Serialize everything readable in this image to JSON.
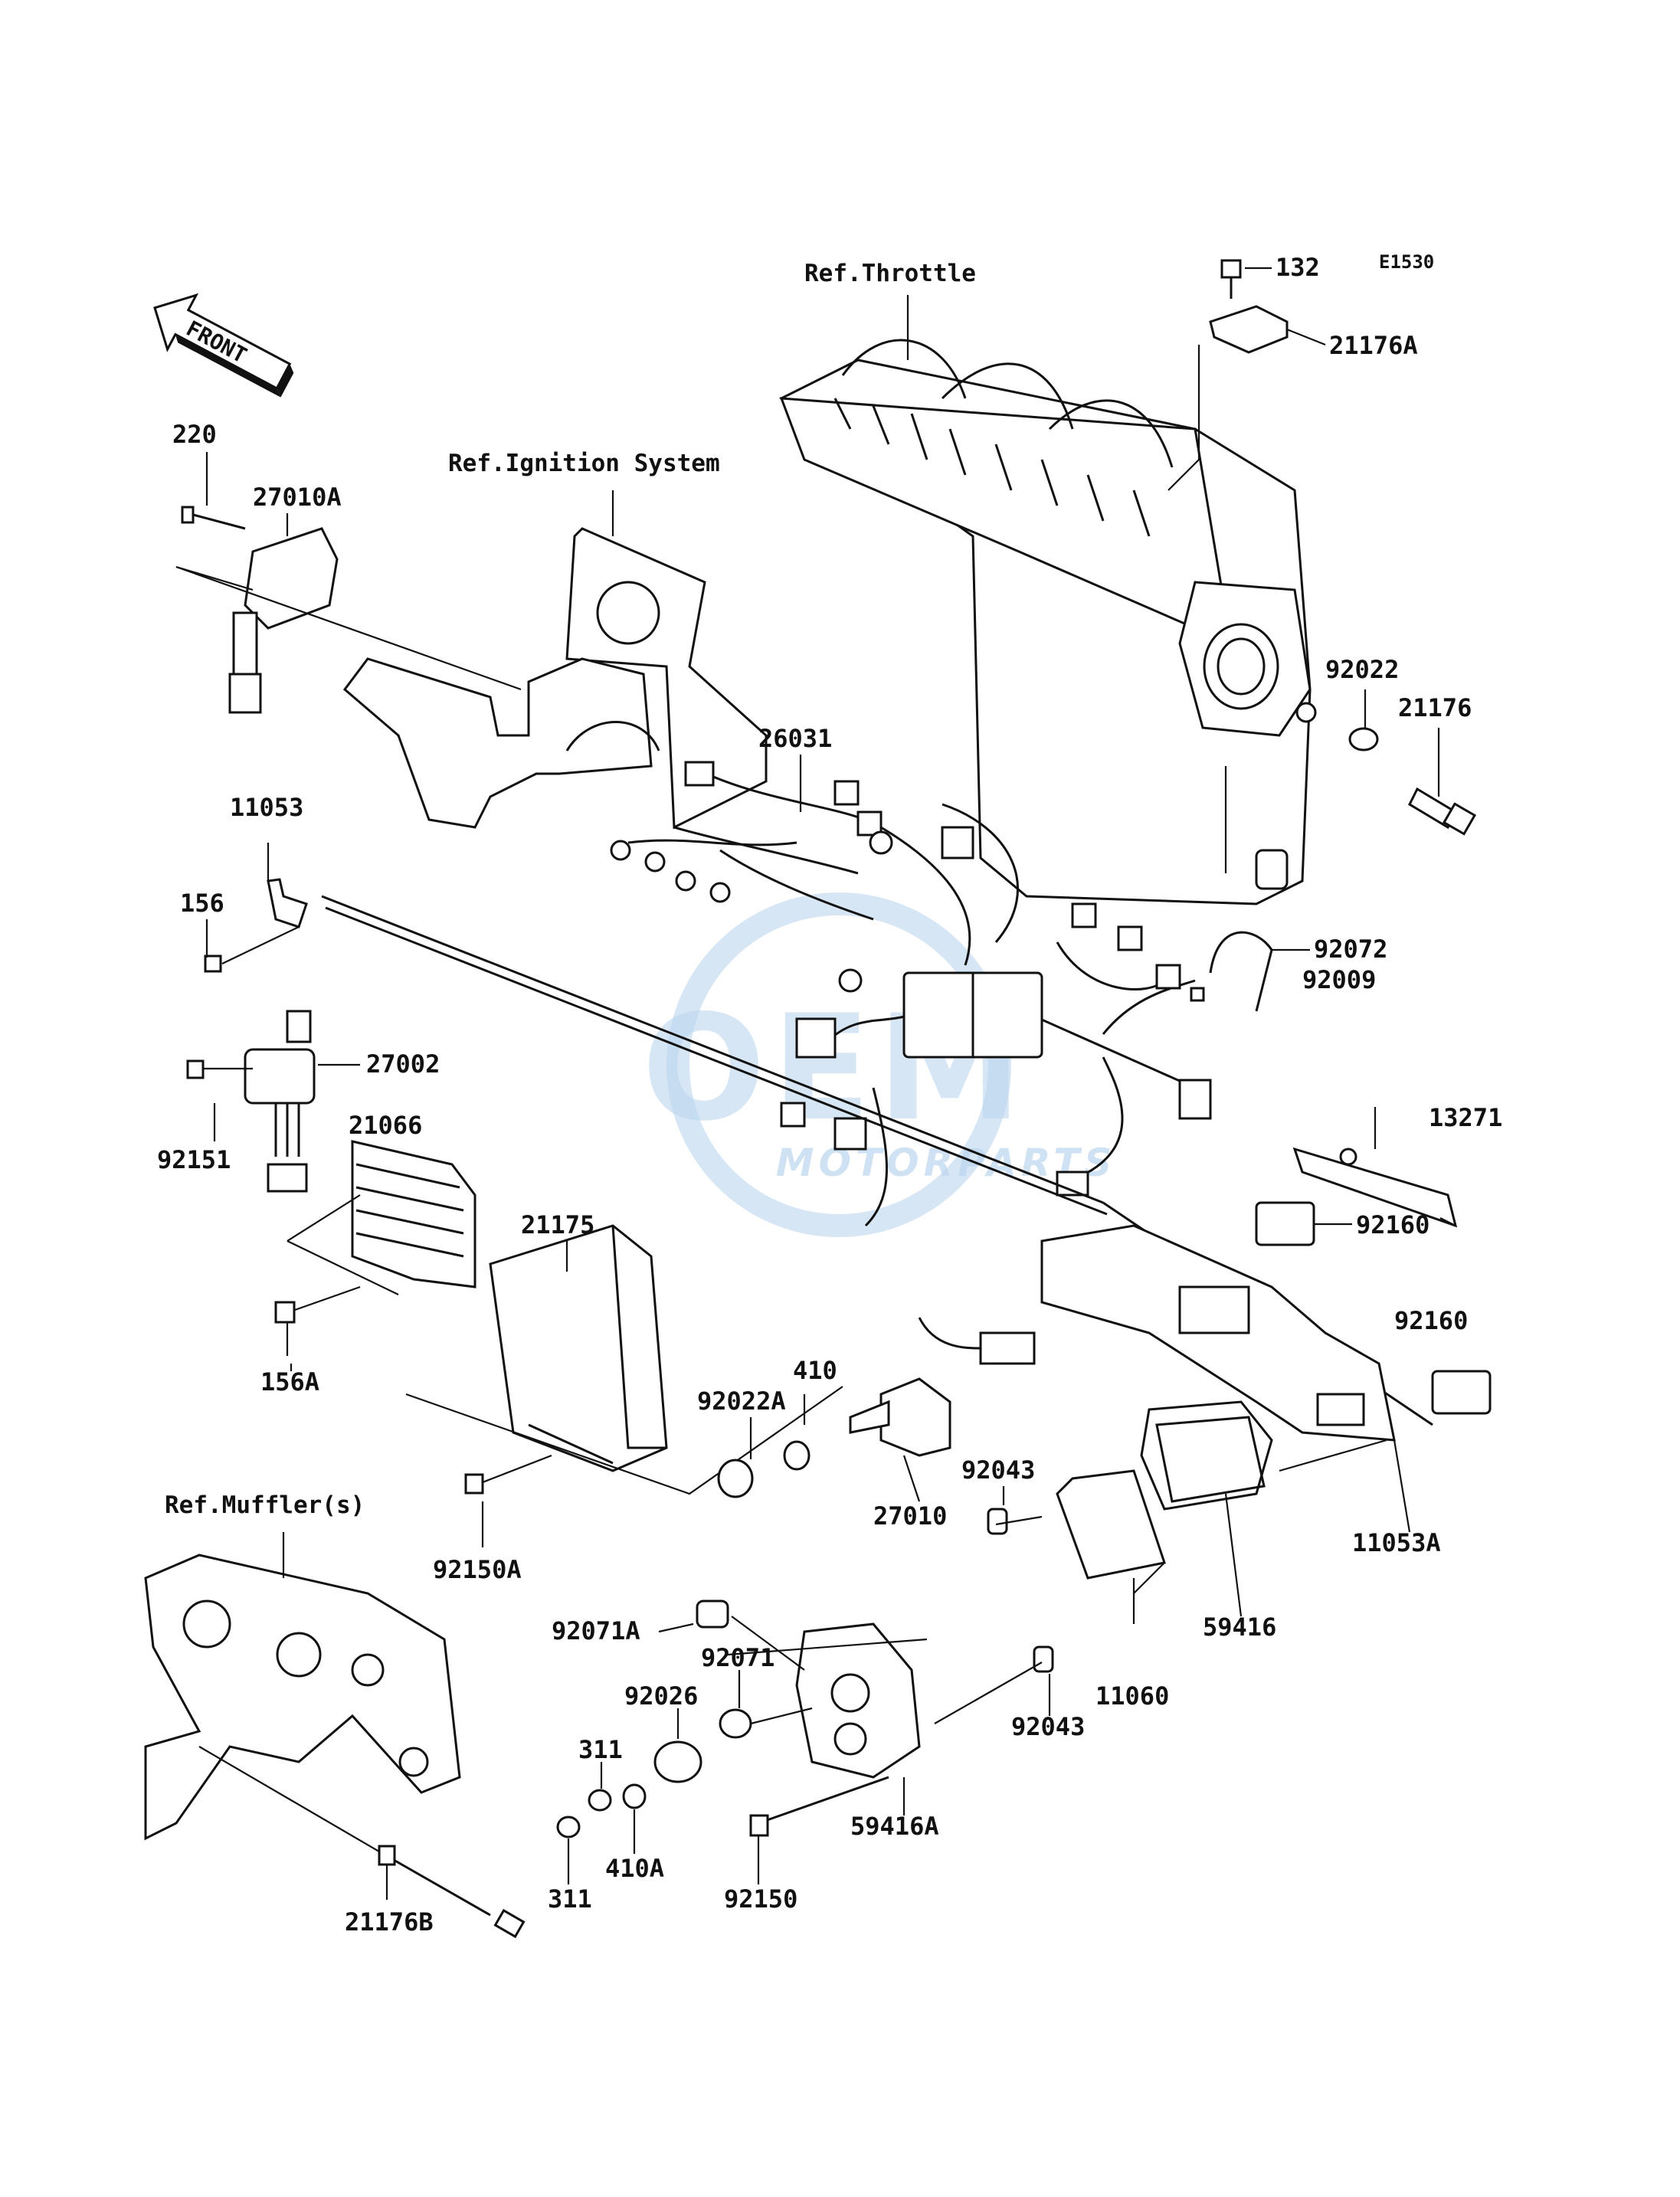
{
  "diagram_code": "E1530",
  "direction_label": "FRONT",
  "watermark": {
    "brand": "OEM",
    "sub": "MOTORPARTS"
  },
  "references": {
    "throttle": "Ref.Throttle",
    "ignition": "Ref.Ignition System",
    "muffler": "Ref.Muffler(s)"
  },
  "part_labels": {
    "p132": "132",
    "p21176A": "21176A",
    "p220": "220",
    "p27010A": "27010A",
    "p92022": "92022",
    "p21176": "21176",
    "p26031": "26031",
    "p11053": "11053",
    "p156": "156",
    "p92072": "92072",
    "p92009": "92009",
    "p27002": "27002",
    "p21066": "21066",
    "p13271": "13271",
    "p92151": "92151",
    "p92160a": "92160",
    "p21175": "21175",
    "p92160b": "92160",
    "p410": "410",
    "p156A": "156A",
    "p92022A": "92022A",
    "p92043a": "92043",
    "p27010": "27010",
    "p11053A": "11053A",
    "p92150A": "92150A",
    "p59416": "59416",
    "p92071A": "92071A",
    "p92071": "92071",
    "p11060": "11060",
    "p92026": "92026",
    "p92043b": "92043",
    "p311a": "311",
    "p59416A": "59416A",
    "p410A": "410A",
    "p311b": "311",
    "p92150": "92150",
    "p21176B": "21176B"
  }
}
